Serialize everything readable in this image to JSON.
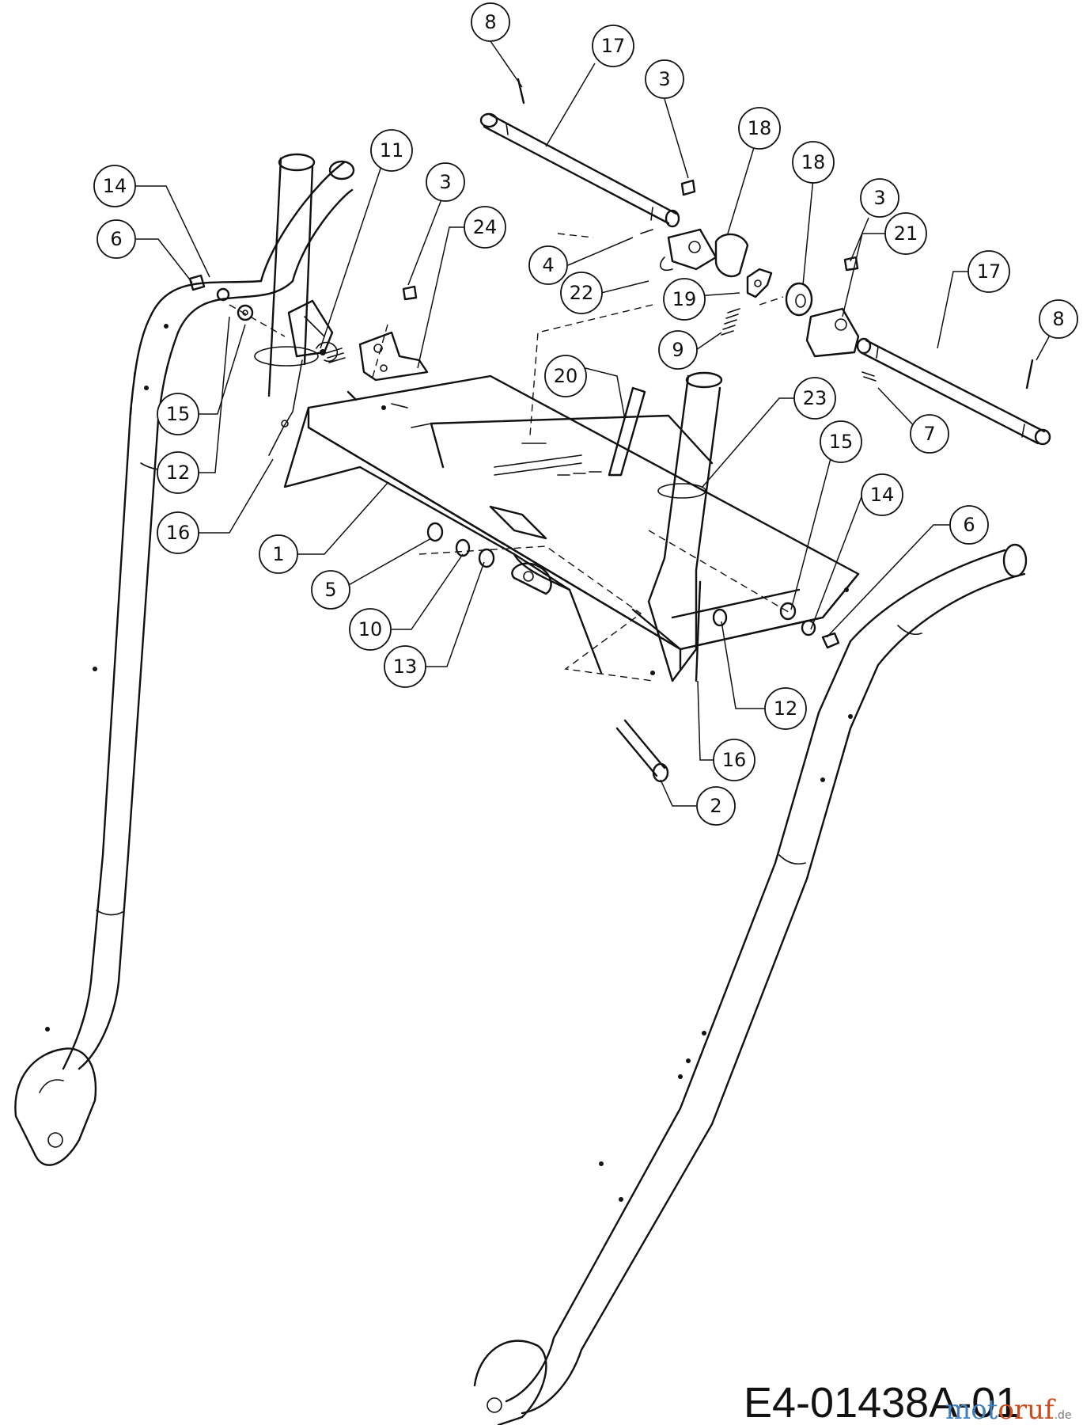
{
  "diagram": {
    "document_id": "E4-01438A-01",
    "watermark": {
      "part1": "mot",
      "part2": "oruf",
      "suffix": ".de"
    },
    "callouts": [
      {
        "label": "8"
      },
      {
        "label": "17"
      },
      {
        "label": "3"
      },
      {
        "label": "18"
      },
      {
        "label": "18"
      },
      {
        "label": "11"
      },
      {
        "label": "3"
      },
      {
        "label": "3"
      },
      {
        "label": "14"
      },
      {
        "label": "24"
      },
      {
        "label": "21"
      },
      {
        "label": "17"
      },
      {
        "label": "6"
      },
      {
        "label": "4"
      },
      {
        "label": "22"
      },
      {
        "label": "19"
      },
      {
        "label": "8"
      },
      {
        "label": "9"
      },
      {
        "label": "20"
      },
      {
        "label": "23"
      },
      {
        "label": "15"
      },
      {
        "label": "7"
      },
      {
        "label": "15"
      },
      {
        "label": "12"
      },
      {
        "label": "14"
      },
      {
        "label": "6"
      },
      {
        "label": "16"
      },
      {
        "label": "1"
      },
      {
        "label": "5"
      },
      {
        "label": "10"
      },
      {
        "label": "13"
      },
      {
        "label": "12"
      },
      {
        "label": "16"
      },
      {
        "label": "2"
      }
    ]
  }
}
